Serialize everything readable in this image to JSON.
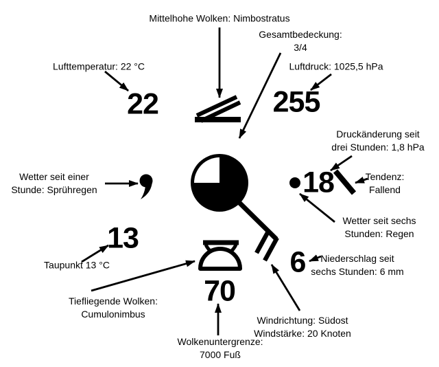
{
  "canvas": {
    "background": "#ffffff",
    "ink": "#000000"
  },
  "station_model": {
    "values": {
      "temperature": "22",
      "pressure": "255",
      "pressure_change": "18",
      "dew_point": "13",
      "cloud_base": "70",
      "precipitation": "6"
    },
    "symbols": {
      "total_cover": "cloud-cover-three-quarters",
      "middle_cloud": "nimbostratus-symbol",
      "low_cloud": "cumulonimbus-symbol",
      "present_weather": "drizzle-comma-symbol",
      "past_weather": "rain-dot-symbol",
      "tendency": "falling-stroke-symbol",
      "wind": "wind-barb-southeast-20-knots"
    }
  },
  "labels": {
    "middle_clouds": [
      "Mittelhohe Wolken: Nimbostratus"
    ],
    "total_cover": [
      "Gesamtbedeckung:",
      "3/4"
    ],
    "temperature": [
      "Lufttemperatur: 22 °C"
    ],
    "pressure": [
      "Luftdruck: 1025,5 hPa"
    ],
    "pressure_change": [
      "Druckänderung seit",
      "drei Stunden: 1,8 hPa"
    ],
    "tendency": [
      "Tendenz:",
      "Fallend"
    ],
    "weather_1h": [
      "Wetter seit einer",
      "Stunde: Sprühregen"
    ],
    "weather_6h": [
      "Wetter seit sechs",
      "Stunden: Regen"
    ],
    "dew_point": [
      "Taupunkt 13 °C"
    ],
    "low_clouds": [
      "Tiefliegende Wolken:",
      "Cumulonimbus"
    ],
    "cloud_base": [
      "Wolkenuntergrenze:",
      "7000 Fuß"
    ],
    "wind": [
      "Windrichtung: Südost",
      "Windstärke: 20 Knoten"
    ],
    "precipitation": [
      "Niederschlag seit",
      "sechs Stunden: 6 mm"
    ]
  }
}
